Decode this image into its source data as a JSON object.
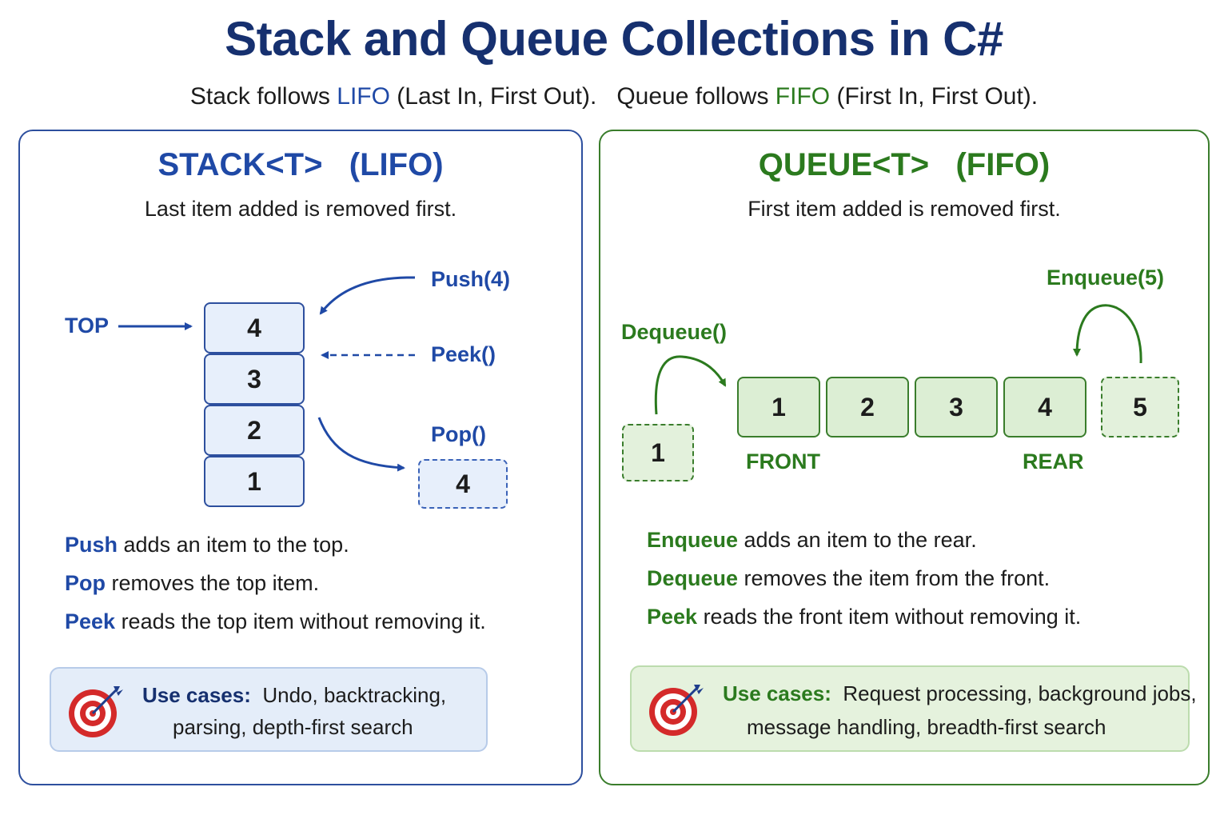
{
  "title": "Stack and Queue Collections in C#",
  "subtitle": {
    "stack_prefix": "Stack follows ",
    "stack_kw": "LIFO",
    "stack_suffix": " (Last In, First Out).   Queue follows ",
    "queue_kw": "FIFO",
    "queue_suffix": " (First In, First Out)."
  },
  "stack": {
    "title": "STACK<T>   (LIFO)",
    "description": "Last item added is removed first.",
    "top_label": "TOP",
    "items": [
      "4",
      "3",
      "2",
      "1"
    ],
    "push_label": "Push(4)",
    "peek_label": "Peek()",
    "pop_label": "Pop()",
    "popped_item": "4",
    "lines": [
      {
        "kw": "Push",
        "text": " adds an item to the top."
      },
      {
        "kw": "Pop",
        "text": " removes the top item."
      },
      {
        "kw": "Peek",
        "text": " reads the top item without removing it."
      }
    ],
    "use_cases": {
      "label": "Use cases:",
      "line1": "Undo, backtracking,",
      "line2": "parsing, depth-first search"
    }
  },
  "queue": {
    "title": "QUEUE<T>   (FIFO)",
    "description": "First item added is removed first.",
    "dequeue_label": "Dequeue()",
    "dequeued_item": "1",
    "enqueue_label": "Enqueue(5)",
    "items": [
      "1",
      "2",
      "3",
      "4"
    ],
    "incoming_item": "5",
    "front_label": "FRONT",
    "rear_label": "REAR",
    "lines": [
      {
        "kw": "Enqueue",
        "text": " adds an item to the rear."
      },
      {
        "kw": "Dequeue",
        "text": " removes the item from the front."
      },
      {
        "kw": "Peek",
        "text": " reads the front item without removing it."
      }
    ],
    "use_cases": {
      "label": "Use cases:",
      "line1": "Request processing, background jobs,",
      "line2": "message handling, breadth-first search"
    }
  },
  "colors": {
    "stack_accent": "#1f49a6",
    "queue_accent": "#2b7a1e",
    "title_navy": "#16306f"
  },
  "icons": [
    "target-icon",
    "arrow-icon"
  ]
}
